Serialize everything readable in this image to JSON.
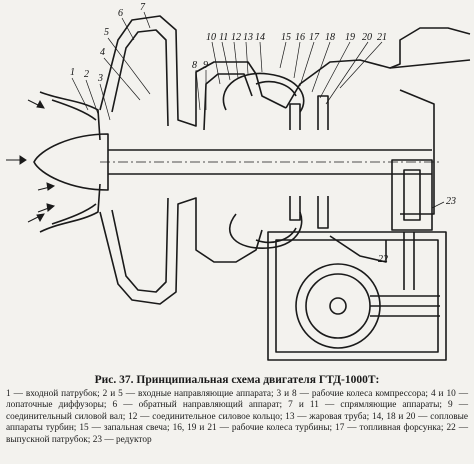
{
  "figure": {
    "callouts": [
      "1",
      "2",
      "3",
      "4",
      "5",
      "6",
      "7",
      "8",
      "9",
      "10",
      "11",
      "12",
      "13",
      "14",
      "15",
      "16",
      "17",
      "18",
      "19",
      "20",
      "21",
      "22",
      "23"
    ]
  },
  "caption": {
    "figure_no": "Рис. 37.",
    "title": "Принципиальная схема двигателя ГТД-1000Т:",
    "legend": "1 — входной патрубок; 2 и 5 — входные направляющие аппарата; 3 и 8 — рабочие колеса компрессора; 4 и 10 — лопаточные диффузоры; 6 — обратный направляющий аппарат; 7 и 11 — спрямляющие аппараты; 9 — соединительный силовой вал; 12 — соединительное силовое кольцо; 13 — жаровая труба; 14, 18 и 20 — сопловые аппараты турбин; 15 — запальная свеча; 16, 19 и 21 — рабочие колеса турбины; 17 — топливная форсунка; 22 — выпускной патрубок; 23 — редуктор"
  }
}
